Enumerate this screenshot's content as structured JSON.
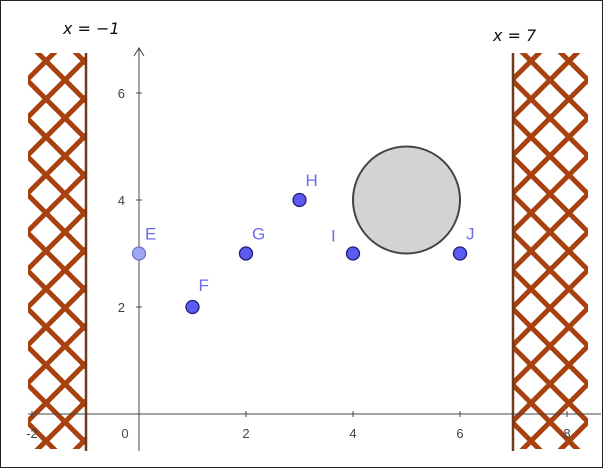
{
  "boundaries": {
    "left": {
      "x": -1,
      "label": "x = −1"
    },
    "right": {
      "x": 7,
      "label": "x = 7"
    }
  },
  "axes": {
    "x_ticks": [
      {
        "value": -2,
        "label": "-2"
      },
      {
        "value": 0,
        "label": "0"
      },
      {
        "value": 2,
        "label": "2"
      },
      {
        "value": 4,
        "label": "4"
      },
      {
        "value": 6,
        "label": "6"
      },
      {
        "value": 8,
        "label": "8"
      }
    ],
    "y_ticks": [
      {
        "value": 2,
        "label": "2"
      },
      {
        "value": 4,
        "label": "4"
      },
      {
        "value": 6,
        "label": "6"
      }
    ]
  },
  "points": [
    {
      "label": "E",
      "x": 0,
      "y": 3,
      "style": "light"
    },
    {
      "label": "F",
      "x": 1,
      "y": 2,
      "style": "solid"
    },
    {
      "label": "G",
      "x": 2,
      "y": 3,
      "style": "solid"
    },
    {
      "label": "H",
      "x": 3,
      "y": 4,
      "style": "solid"
    },
    {
      "label": "I",
      "x": 4,
      "y": 3,
      "style": "solid"
    },
    {
      "label": "J",
      "x": 6,
      "y": 3,
      "style": "solid"
    }
  ],
  "circle": {
    "cx": 5,
    "cy": 4,
    "r": 1
  },
  "colors": {
    "wall": "#a8410f",
    "wall_edge": "#6e3a1c",
    "point_fill": "#5b5bf2",
    "point_light": "#9fa8f5",
    "point_stroke": "#1d1d7a",
    "label": "#6b6bf0",
    "circle_fill": "#d3d3d3",
    "circle_stroke": "#444444",
    "axis": "#444444"
  }
}
